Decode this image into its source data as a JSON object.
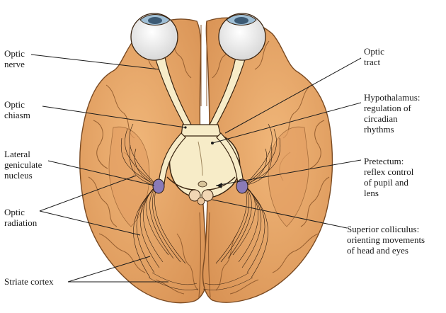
{
  "labels": {
    "optic_nerve": [
      "Optic",
      "nerve"
    ],
    "optic_chiasm": [
      "Optic",
      "chiasm"
    ],
    "lateral_geniculate_nucleus": [
      "Lateral",
      "geniculate",
      "nucleus"
    ],
    "optic_radiation": [
      "Optic",
      "radiation"
    ],
    "striate_cortex": [
      "Striate cortex"
    ],
    "optic_tract": [
      "Optic",
      "tract"
    ],
    "hypothalamus": [
      "Hypothalamus:",
      "regulation of",
      "circadian",
      "rhythms"
    ],
    "pretectum": [
      "Pretectum:",
      "reflex control",
      "of pupil and",
      "lens"
    ],
    "superior_colliculus": [
      "Superior colliculus:",
      "orienting movements",
      "of head and eyes"
    ]
  },
  "colors": {
    "brain_fill": "#e9a86a",
    "brain_shadow": "#d48c4e",
    "brain_outline": "#7a4a22",
    "pathway_fill": "#f7ecc8",
    "nucleus_fill": "#8a7bb8",
    "eye_white": "#f3f3f3",
    "iris": "#9fbfd6"
  }
}
